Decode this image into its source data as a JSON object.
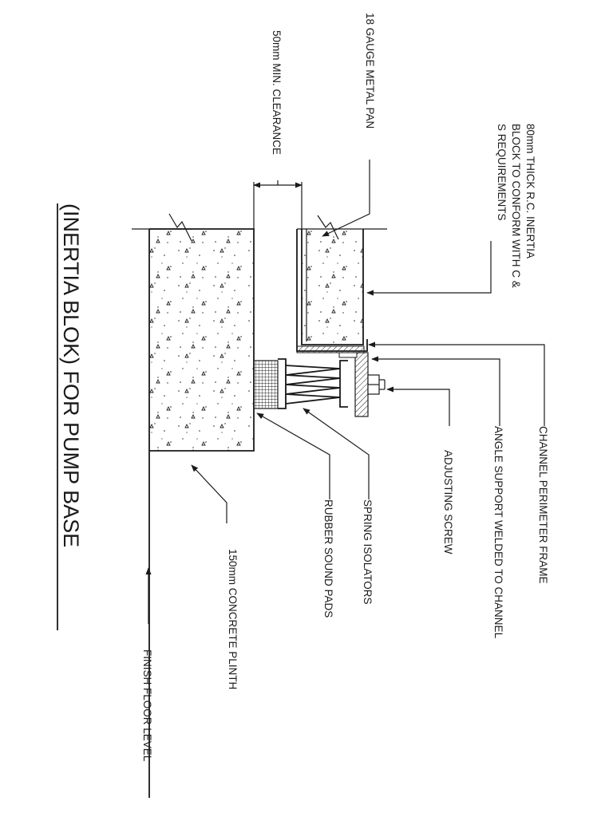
{
  "drawing": {
    "title": "(INERTIA BLOK) FOR PUMP BASE",
    "labels": {
      "metal_pan": "18 GAUGE METAL PAN",
      "clearance": "50mm MIN. CLEARANCE",
      "inertia_block_line1": "80mm THICK R.C. INERTIA",
      "inertia_block_line2": "BLOCK TO CONFORM WITH C &",
      "inertia_block_line3": "S REQUIREMENTS",
      "channel_frame": "CHANNEL PERIMETER FRAME",
      "angle_support": "ANGLE SUPPORT WELDED TO CHANNEL",
      "adjusting_screw": "ADJUSTING SCREW",
      "spring_isolators": "SPRING ISOLATORS",
      "rubber_pads": "RUBBER SOUND PADS",
      "concrete_plinth": "150mm CONCRETE PLINTH",
      "finish_floor": "FINISH FLOOR LEVEL"
    }
  }
}
